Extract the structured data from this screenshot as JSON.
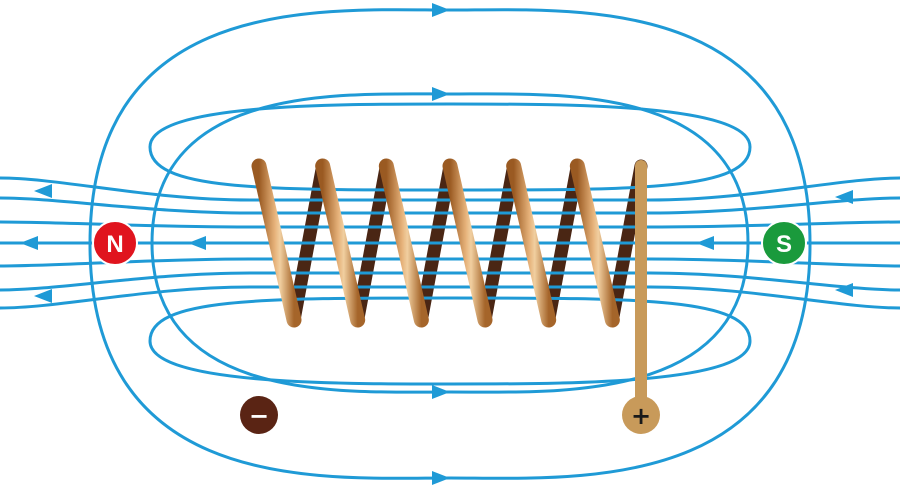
{
  "poles": {
    "north": {
      "label": "N",
      "color": "#e0141e"
    },
    "south": {
      "label": "S",
      "color": "#1a9a3c"
    }
  },
  "terminals": {
    "negative": {
      "label": "−",
      "color": "#5a2414"
    },
    "positive": {
      "label": "+",
      "color": "#c89a5a"
    }
  },
  "colors": {
    "field_lines": "#1f9ad6",
    "coil_front": "#c98c48",
    "coil_back": "#4a2614"
  },
  "coil": {
    "turns": 6
  }
}
